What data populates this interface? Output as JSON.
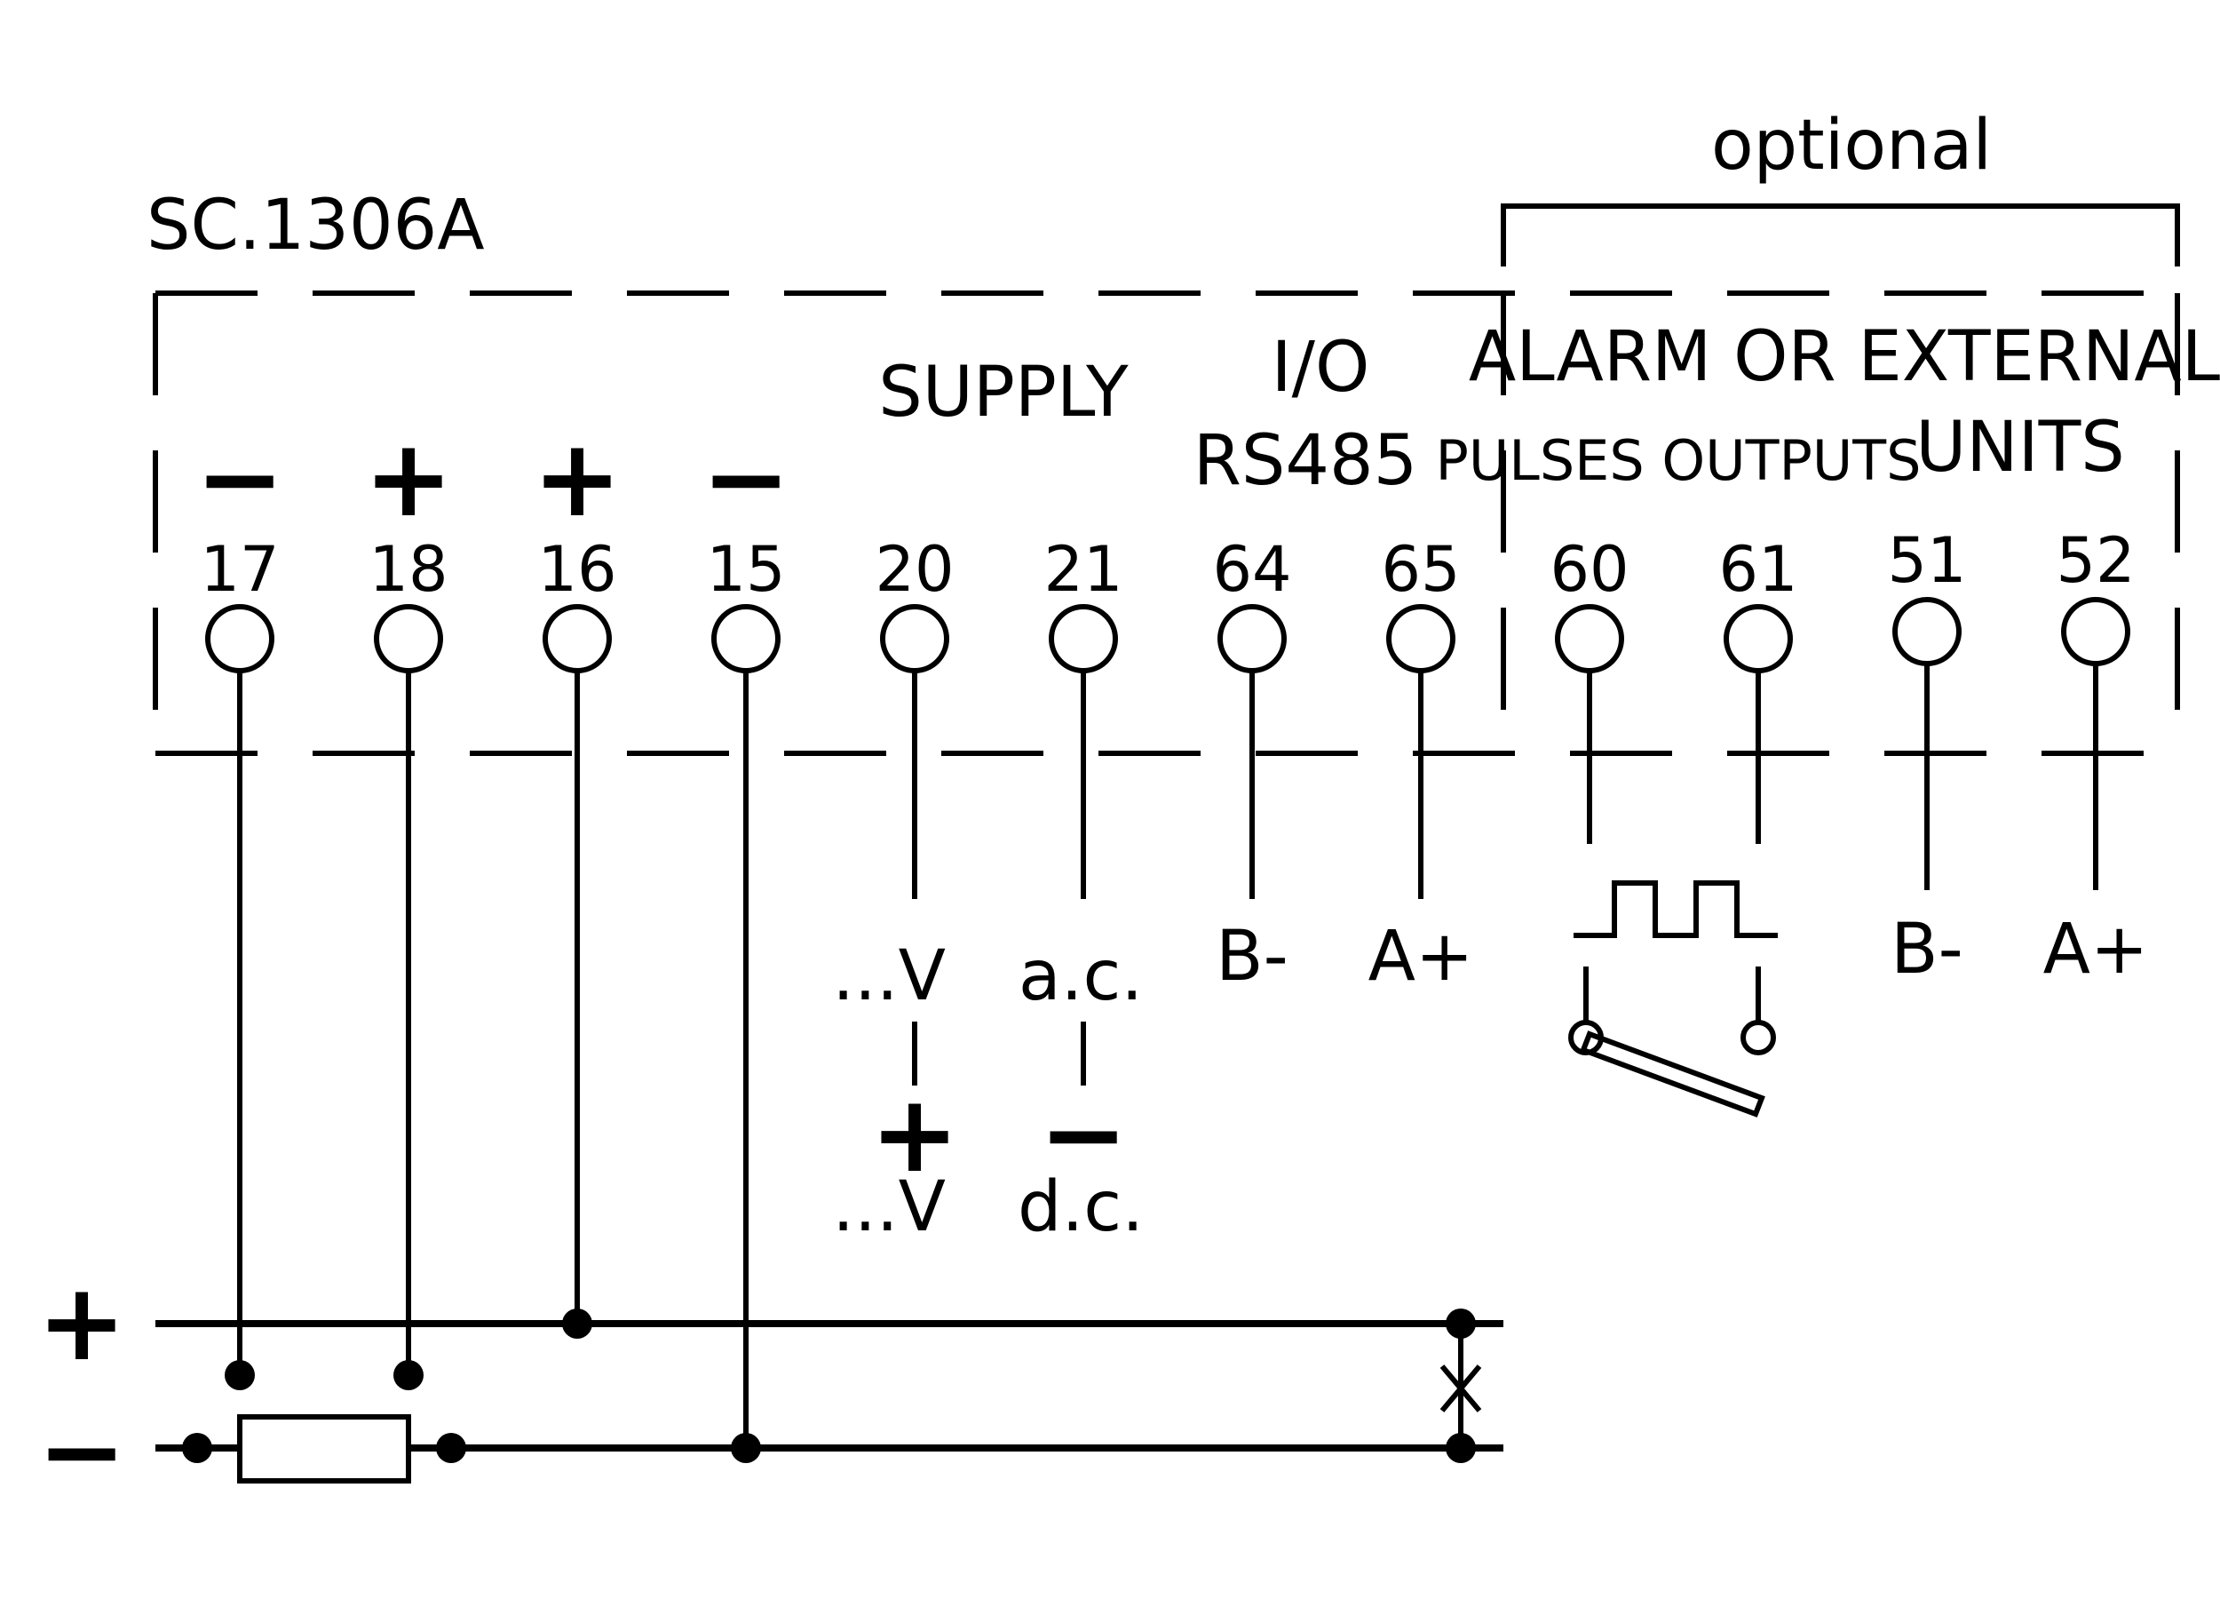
{
  "model": "SC.1306A",
  "optional_label": "optional",
  "groups": {
    "supply": "SUPPLY",
    "io_line1": "I/O",
    "io_line2": "RS485",
    "alarm_line1": "ALARM OR EXTERNAL",
    "pulses_outputs": "PULSES OUTPUTS",
    "units": "UNITS"
  },
  "terminals": [
    {
      "number": "17",
      "sign": "−"
    },
    {
      "number": "18",
      "sign": "+"
    },
    {
      "number": "16",
      "sign": "+"
    },
    {
      "number": "15",
      "sign": "−"
    },
    {
      "number": "20",
      "sign": ""
    },
    {
      "number": "21",
      "sign": ""
    },
    {
      "number": "64",
      "sign": ""
    },
    {
      "number": "65",
      "sign": ""
    },
    {
      "number": "60",
      "sign": ""
    },
    {
      "number": "61",
      "sign": ""
    },
    {
      "number": "51",
      "sign": ""
    },
    {
      "number": "52",
      "sign": ""
    }
  ],
  "supply_labels": {
    "ac_v": "...V",
    "ac": "a.c.",
    "dc_plus": "+",
    "dc_minus": "−",
    "dc_v": "...V",
    "dc": "d.c."
  },
  "rs485_labels": {
    "b": "B-",
    "a": "A+"
  },
  "units_labels": {
    "b": "B-",
    "a": "A+"
  },
  "bus_labels": {
    "plus": "+",
    "minus": "−"
  }
}
